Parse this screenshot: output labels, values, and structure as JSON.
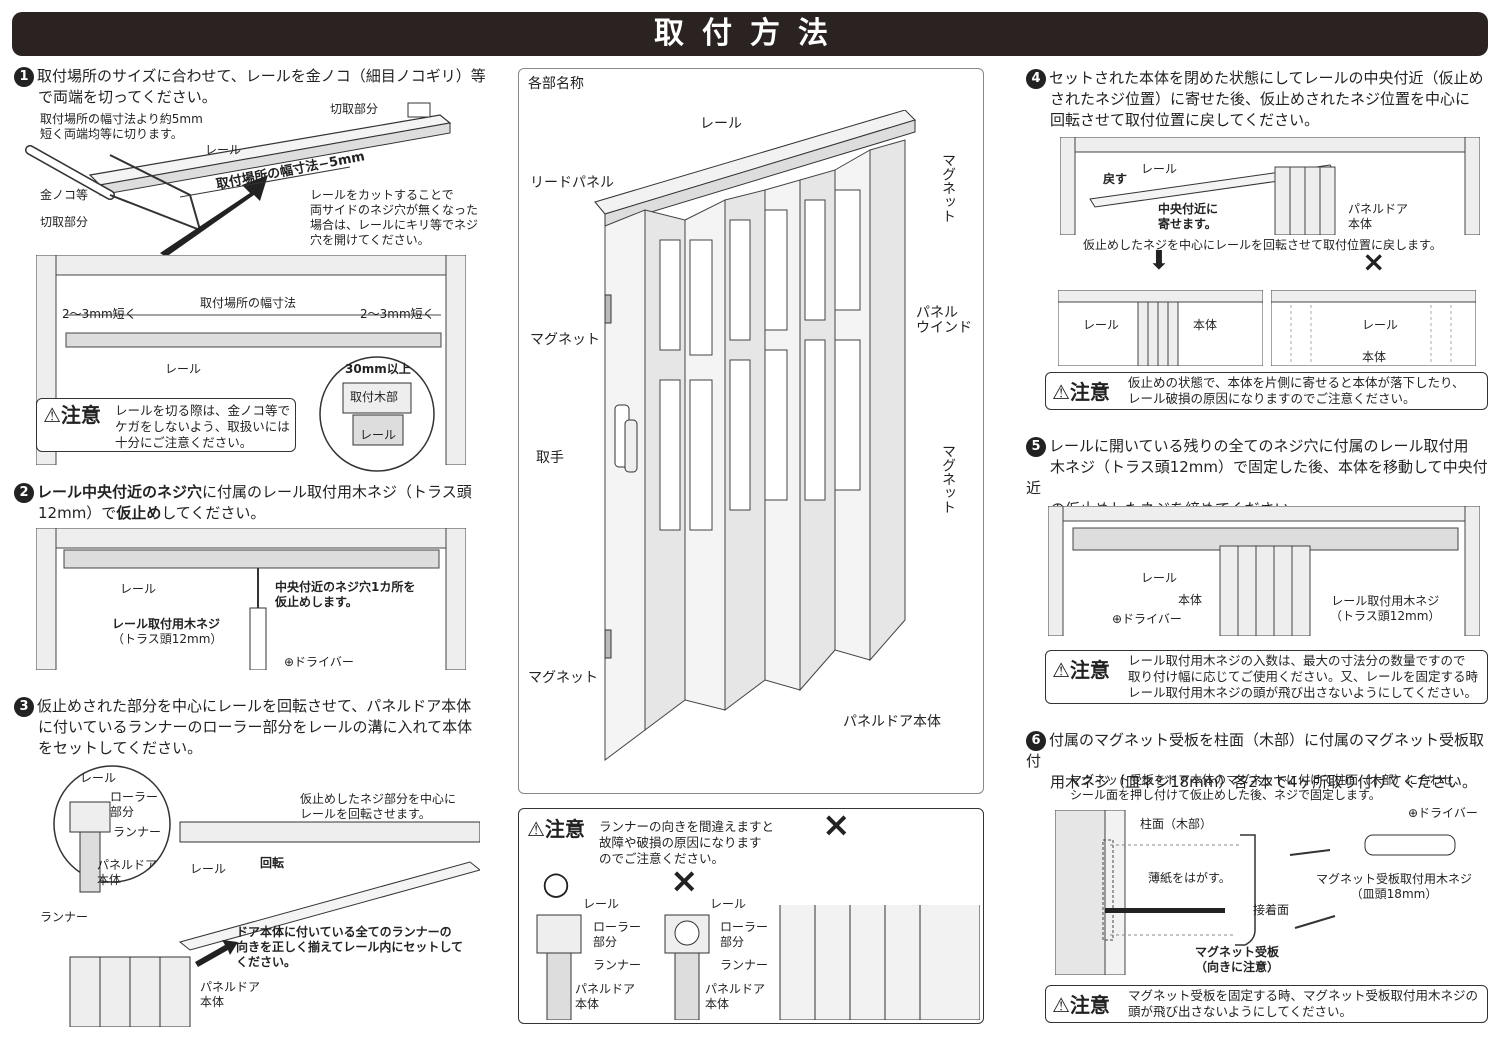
{
  "header": {
    "title": "取付方法"
  },
  "step1": {
    "num": "1",
    "text_l1": "取付場所のサイズに合わせて、レールを金ノコ（細目ノコギリ）等",
    "text_l2": "で両端を切ってください。",
    "note1_l1": "取付場所の幅寸法より約5mm",
    "note1_l2": "短く両端均等に切ります。",
    "cut_part_top": "切取部分",
    "rail": "レール",
    "saw": "金ノコ等",
    "cut_part_left": "切取部分",
    "width_minus": "取付場所の幅寸法−5mm",
    "note2_l1": "レールをカットすることで",
    "note2_l2": "両サイドのネジ穴が無くなった",
    "note2_l3": "場合は、レールにキリ等でネジ",
    "note2_l4": "穴を開けてください。",
    "short_left": "2〜3mm短く",
    "width_label": "取付場所の幅寸法",
    "short_right": "2〜3mm短く",
    "rail_bottom": "レール",
    "over30": "30mm以上",
    "wood": "取付木部",
    "rail_zoom": "レール",
    "caution_title": "⚠注意",
    "caution_l1": "レールを切る際は、金ノコ等で",
    "caution_l2": "ケガをしないよう、取扱いには",
    "caution_l3": "十分にご注意ください。"
  },
  "step2": {
    "num": "2",
    "text_bold1": "レール中央付近のネジ穴",
    "text_rest1": "に付属のレール取付用木ネジ（トラス頭",
    "text_l2a": "12mm）で",
    "text_bold2": "仮止め",
    "text_l2b": "してください。",
    "rail": "レール",
    "center_l1": "中央付近のネジ穴1カ所を",
    "center_l2": "仮止めします。",
    "screw_l1": "レール取付用木ネジ",
    "screw_l2": "（トラス頭12mm）",
    "driver": "⊕ドライバー"
  },
  "step3": {
    "num": "3",
    "text_l1": "仮止めされた部分を中心にレールを回転させて、パネルドア本体",
    "text_l2": "に付いているランナーのローラー部分をレールの溝に入れて本体",
    "text_l3": "をセットしてください。",
    "rail": "レール",
    "roller_l1": "ローラー",
    "roller_l2": "部分",
    "runner": "ランナー",
    "body_l1": "パネルドア",
    "body_l2": "本体",
    "pivot_l1": "仮止めしたネジ部分を中心に",
    "pivot_l2": "レールを回転させます。",
    "rail2": "レール",
    "rotate": "回転",
    "runner2": "ランナー",
    "all_l1": "ドア本体に付いている全てのランナーの",
    "all_l2": "向きを正しく揃えてレール内にセットして",
    "all_l3": "ください。",
    "body2_l1": "パネルドア",
    "body2_l2": "本体"
  },
  "parts": {
    "title": "各部名称",
    "rail": "レール",
    "lead": "リードパネル",
    "magnet_left1": "マグネット",
    "handle": "取手",
    "magnet_left2": "マグネット",
    "magnet_right1": "マグネット",
    "window_l1": "パネル",
    "window_l2": "ウインド",
    "magnet_right2": "マグネット",
    "body": "パネルドア本体"
  },
  "caution_runner": {
    "title": "⚠注意",
    "l1": "ランナーの向きを間違えますと",
    "l2": "故障や破損の原因になります",
    "l3": "のでご注意ください。",
    "ok": "○",
    "ng": "×",
    "rail": "レール",
    "roller_l1": "ローラー",
    "roller_l2": "部分",
    "runner": "ランナー",
    "body_l1": "パネルドア",
    "body_l2": "本体",
    "rail2": "レール",
    "roller2_l1": "ローラー",
    "roller2_l2": "部分",
    "runner2": "ランナー",
    "body2_l1": "パネルドア",
    "body2_l2": "本体",
    "ng_big": "×"
  },
  "step4": {
    "num": "4",
    "text_l1": "セットされた本体を閉めた状態にしてレールの中央付近（仮止め",
    "text_l2": "されたネジ位置）に寄せた後、仮止めされたネジ位置を中心に",
    "text_l3": "回転させて取付位置に戻してください。",
    "back": "戻す",
    "rail": "レール",
    "near_l1": "中央付近に",
    "near_l2": "寄せます。",
    "body_l1": "パネルドア",
    "body_l2": "本体",
    "caption": "仮止めしたネジを中心にレールを回転させて取付位置に戻します。",
    "rail_ok": "レール",
    "body_ok": "本体",
    "rail_ng": "レール",
    "body_ng": "本体",
    "ng": "×",
    "caution_title": "⚠注意",
    "caution_l1": "仮止めの状態で、本体を片側に寄せると本体が落下したり、",
    "caution_l2": "レール破損の原因になりますのでご注意ください。"
  },
  "step5": {
    "num": "5",
    "text_l1": "レールに開いている残りの全てのネジ穴に付属のレール取付用",
    "text_l2": "木ネジ（トラス頭12mm）で固定した後、本体を移動して中央付近",
    "text_l3": "の仮止めしたネジを締めてください。",
    "rail": "レール",
    "body": "本体",
    "driver": "⊕ドライバー",
    "screw_l1": "レール取付用木ネジ",
    "screw_l2": "（トラス頭12mm）",
    "caution_title": "⚠注意",
    "caution_l1": "レール取付用木ネジの入数は、最大の寸法分の数量ですので",
    "caution_l2": "取り付け幅に応じてご使用ください。又、レールを固定する時",
    "caution_l3": "レール取付用木ネジの頭が飛び出さないようにしてください。"
  },
  "step6": {
    "num": "6",
    "text_l1": "付属のマグネット受板を柱面（木部）に付属のマグネット受板取付",
    "text_l2": "用木ネジ（皿ネジ18mm）各2本で4ヶ所取り付けてください。",
    "sub_l1": "マグネット受板をドア本体のマグネットに付けて柱面（木部）に合わせ、",
    "sub_l2": "シール面を押し付けて仮止めした後、ネジで固定します。",
    "pillar": "柱面（木部）",
    "driver": "⊕ドライバー",
    "peel": "薄紙をはがす。",
    "screw_l1": "マグネット受板取付用木ネジ",
    "screw_l2": "（皿頭18mm）",
    "adhesive": "接着面",
    "plate_l1": "マグネット受板",
    "plate_l2": "（向きに注意）",
    "caution_title": "⚠注意",
    "caution_l1": "マグネット受板を固定する時、マグネット受板取付用木ネジの",
    "caution_l2": "頭が飛び出さないようにしてください。"
  }
}
